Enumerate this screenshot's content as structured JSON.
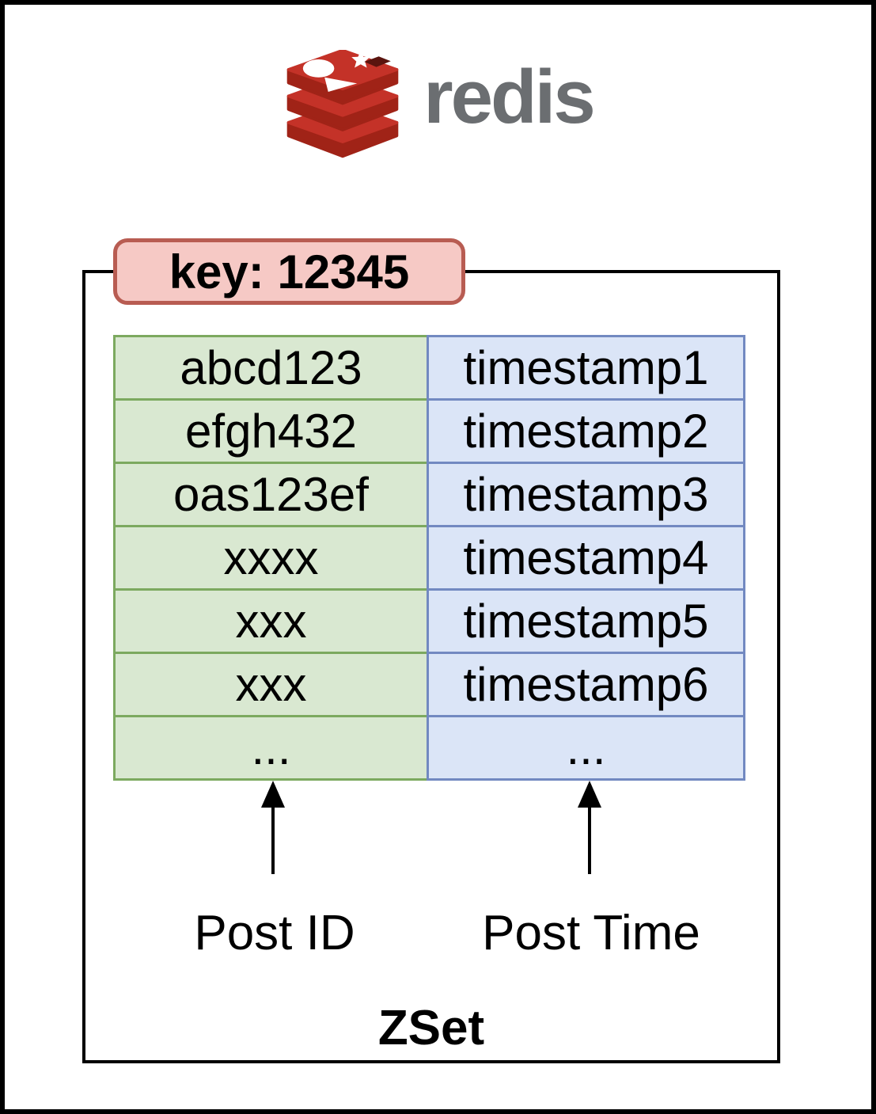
{
  "logo": {
    "brand": "redis",
    "colors": {
      "slab_top": "#c43228",
      "slab_side": "#a02317",
      "hole": "#5a140e",
      "wordmark_gray": "#6b6e71"
    }
  },
  "key_badge": {
    "label": "key: 12345",
    "fill": "#f6c9c5",
    "border": "#b85c52"
  },
  "zset": {
    "container_label": "ZSet",
    "member_label": "Post ID",
    "score_label": "Post Time",
    "member_fill": "#d9e8d1",
    "member_border": "#7ca95f",
    "score_fill": "#dbe5f7",
    "score_border": "#7289c1",
    "rows": [
      {
        "member": "abcd123",
        "score": "timestamp1"
      },
      {
        "member": "efgh432",
        "score": "timestamp2"
      },
      {
        "member": "oas123ef",
        "score": "timestamp3"
      },
      {
        "member": "xxxx",
        "score": "timestamp4"
      },
      {
        "member": "xxx",
        "score": "timestamp5"
      },
      {
        "member": "xxx",
        "score": "timestamp6"
      },
      {
        "member": "...",
        "score": "..."
      }
    ]
  }
}
